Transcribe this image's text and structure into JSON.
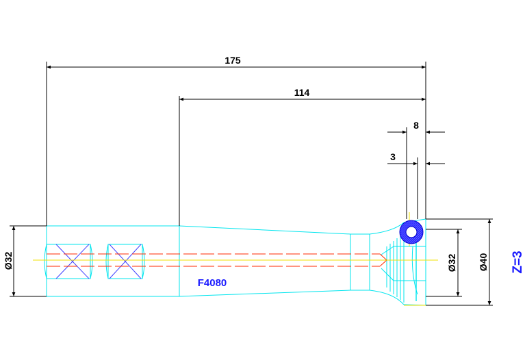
{
  "dimensions": {
    "overall_length": "175",
    "taper_length": "114",
    "top_width": "8",
    "small_offset": "3",
    "left_diameter": "Ø32",
    "right_inner_diameter": "Ø32",
    "right_outer_diameter": "Ø40"
  },
  "part_label": "F4080",
  "z_label": "Z=3",
  "colors": {
    "outline": "#00e5ee",
    "dimension": "#000000",
    "centerline": "#f0e000",
    "hidden": "#ff2a00",
    "hatch": "#4040ff",
    "text": "#1a1aff"
  }
}
